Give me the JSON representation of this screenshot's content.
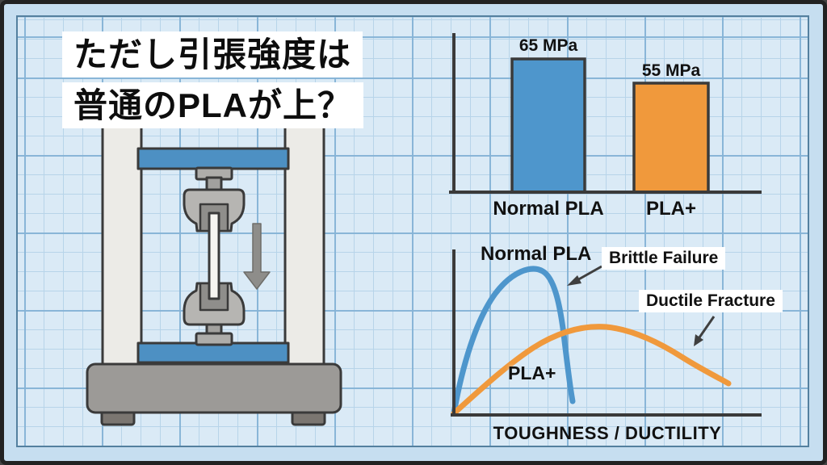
{
  "title": {
    "line1": "ただし引張強度は",
    "line2": "普通のPLAが上？"
  },
  "colors": {
    "blue": "#4e96cc",
    "orange": "#f0993c",
    "outline": "#3a3a3a",
    "grid_background": "#daeaf6",
    "machine_column": "#ecebe7",
    "machine_beam": "#4d90c3",
    "machine_grip": "#b6b5b2",
    "machine_grip_jaw": "#8f8e8b",
    "machine_base": "#9c9a97",
    "machine_foot": "#7b7671",
    "specimen": "#f6f5f1",
    "force_arrow": "#8e8d8a"
  },
  "bar_chart": {
    "bars": [
      {
        "label": "Normal PLA",
        "value_label": "65 MPa",
        "value": 65,
        "color": "#4e96cc"
      },
      {
        "label": "PLA+",
        "value_label": "55 MPa",
        "value": 55,
        "color": "#f0993c"
      }
    ]
  },
  "line_chart": {
    "series": [
      {
        "name": "Normal PLA",
        "color": "#4e96cc",
        "annotation": "Brittle Failure"
      },
      {
        "name": "PLA+",
        "color": "#f0993c",
        "annotation": "Ductile Fracture"
      }
    ],
    "x_axis_label": "TOUGHNESS / DUCTILITY"
  },
  "chart_data": [
    {
      "type": "bar",
      "title": "Tensile strength comparison",
      "categories": [
        "Normal PLA",
        "PLA+"
      ],
      "values": [
        65,
        55
      ],
      "unit": "MPa",
      "data_labels": [
        "65 MPa",
        "55 MPa"
      ],
      "bar_colors": [
        "#4e96cc",
        "#f0993c"
      ],
      "ylim": [
        0,
        75
      ],
      "grid": false,
      "legend": "none"
    },
    {
      "type": "line",
      "title": "Stress vs toughness/ductility",
      "xlabel": "TOUGHNESS / DUCTILITY",
      "ylabel": "",
      "axis_ticks": "none",
      "grid": false,
      "series": [
        {
          "name": "Normal PLA",
          "color": "#4e96cc",
          "annotation": "Brittle Failure",
          "points_normalized": [
            [
              0.0,
              0.0
            ],
            [
              0.13,
              0.55
            ],
            [
              0.24,
              0.93
            ],
            [
              0.29,
              1.0
            ],
            [
              0.33,
              0.82
            ],
            [
              0.36,
              0.45
            ],
            [
              0.385,
              0.09
            ]
          ]
        },
        {
          "name": "PLA+",
          "color": "#f0993c",
          "annotation": "Ductile Fracture",
          "points_normalized": [
            [
              0.0,
              0.0
            ],
            [
              0.15,
              0.28
            ],
            [
              0.3,
              0.47
            ],
            [
              0.49,
              0.6
            ],
            [
              0.62,
              0.56
            ],
            [
              0.74,
              0.45
            ],
            [
              0.89,
              0.21
            ]
          ]
        }
      ]
    }
  ],
  "illustration": {
    "name": "tensile-testing-machine",
    "force_arrow": "downward-force-arrow"
  }
}
